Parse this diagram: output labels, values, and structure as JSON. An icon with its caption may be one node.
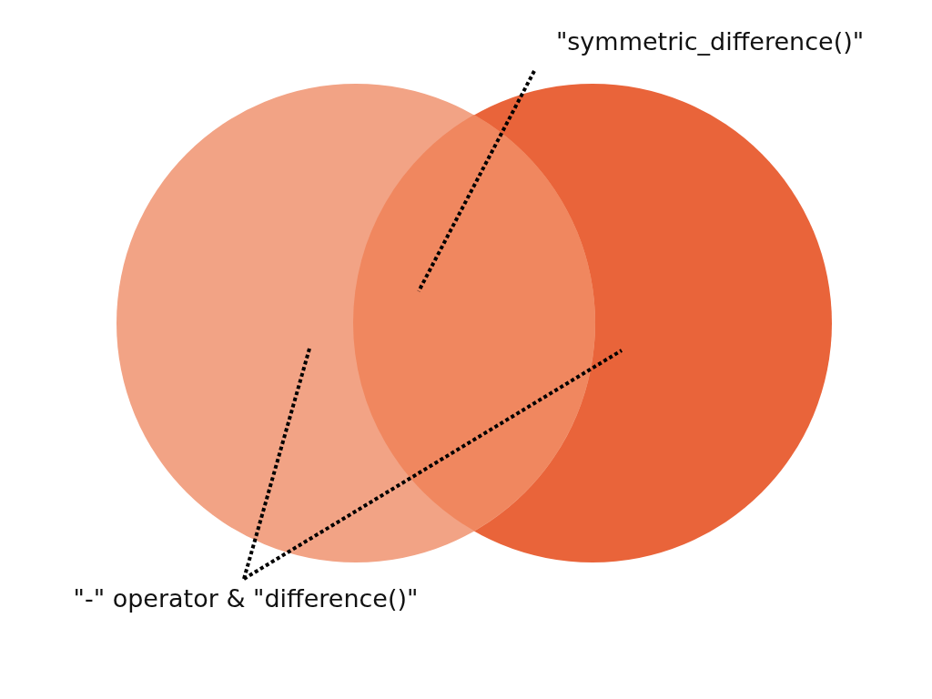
{
  "diagram": {
    "nodes": [
      {
        "text": [],
        "shape": "circle"
      },
      {
        "text": [],
        "shape": "circle"
      },
      {
        "text": [],
        "shape": "lens"
      },
      {
        "text": [
          "\"symmetric_difference()\""
        ]
      },
      {
        "text": [
          "\"-\" operator & \"difference()\""
        ]
      }
    ],
    "edges": [
      {
        "from": 3,
        "to": 2,
        "arrow": "none",
        "style": "dashed"
      },
      {
        "from": 4,
        "to": 0,
        "arrow": "none",
        "style": "dashed"
      },
      {
        "from": 4,
        "to": 1,
        "arrow": "none",
        "style": "dashed"
      }
    ]
  }
}
